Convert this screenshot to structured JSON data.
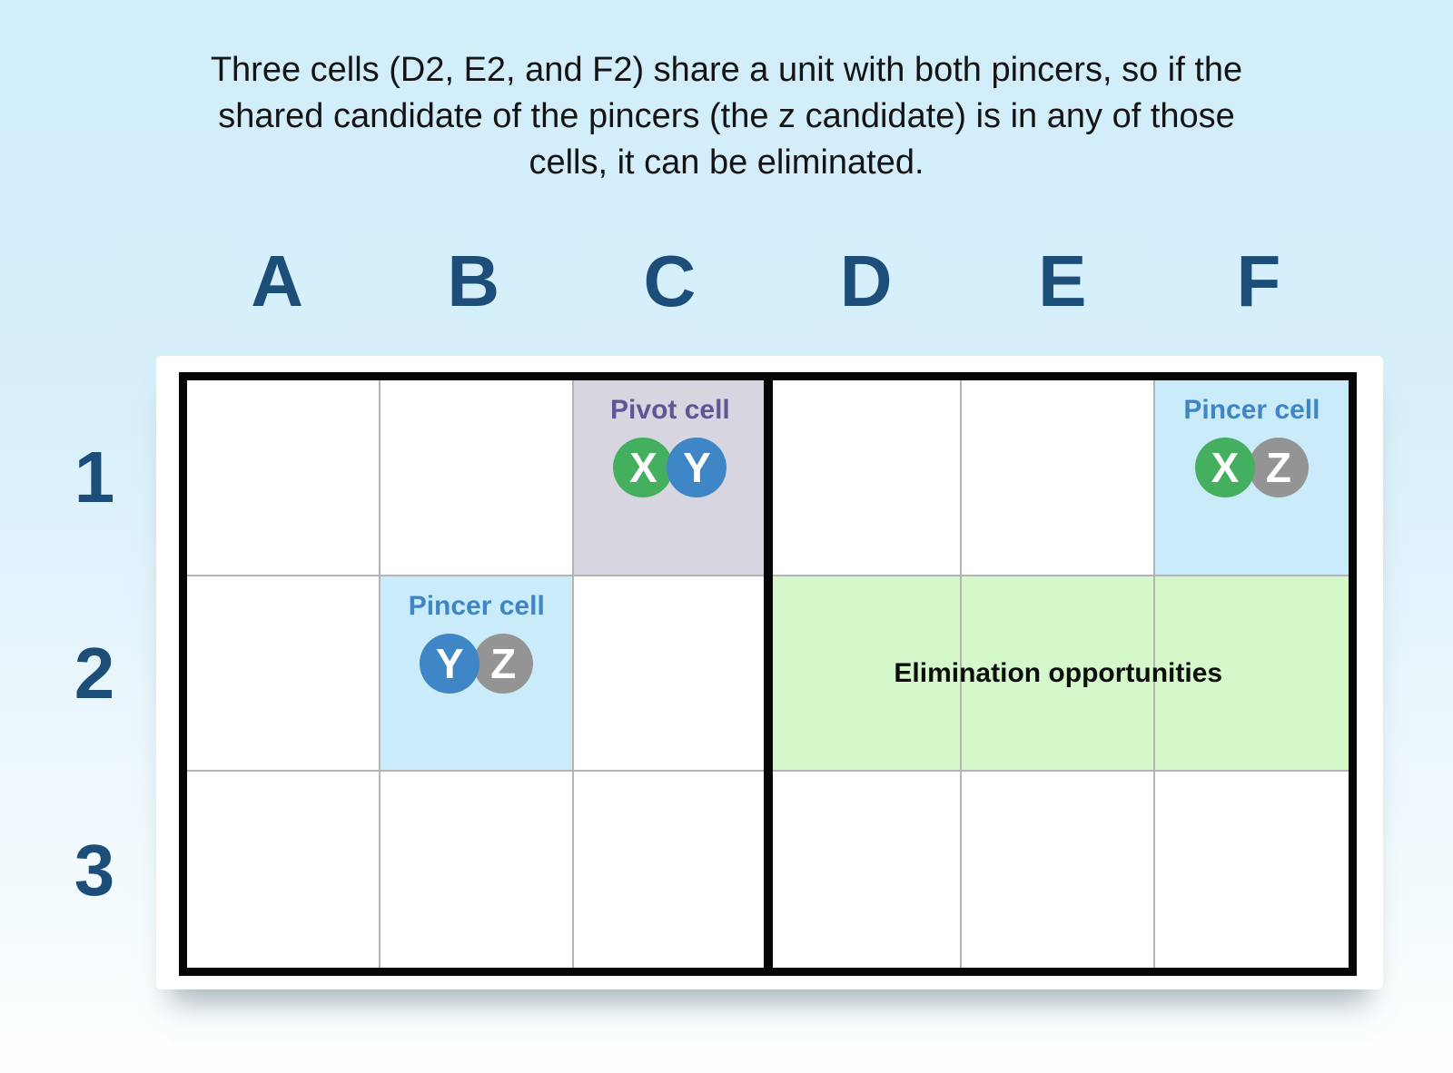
{
  "title": {
    "lines": [
      "Three cells (D2, E2, and F2) share a unit with both pincers, so if the",
      "shared candidate of the pincers (the z candidate) is in any of those",
      "cells, it can be eliminated."
    ]
  },
  "board": {
    "column_headers": [
      "A",
      "B",
      "C",
      "D",
      "E",
      "F"
    ],
    "row_headers": [
      "1",
      "2",
      "3"
    ],
    "pivot": {
      "cell": "C1",
      "label": "Pivot cell",
      "candidates": [
        {
          "letter": "X",
          "color": "#44b05f"
        },
        {
          "letter": "Y",
          "color": "#3e86c6"
        }
      ]
    },
    "pincer_f1": {
      "cell": "F1",
      "label": "Pincer cell",
      "candidates": [
        {
          "letter": "X",
          "color": "#44b05f"
        },
        {
          "letter": "Z",
          "color": "#949494"
        }
      ]
    },
    "pincer_b2": {
      "cell": "B2",
      "label": "Pincer cell",
      "candidates": [
        {
          "letter": "Y",
          "color": "#3e86c6"
        },
        {
          "letter": "Z",
          "color": "#949494"
        }
      ]
    },
    "elimination": {
      "cells": [
        "D2",
        "E2",
        "F2"
      ],
      "label": "Elimination opportunities"
    }
  },
  "colors": {
    "page_background_top": "#d2eefb",
    "page_background_bottom": "#fdffff",
    "header_text": "#1d4e79",
    "caption_text": "#141414",
    "grid_line": "#b4b4b4",
    "box_border": "#060606",
    "pivot_cell_bg": "#d7d5e0",
    "pivot_label_text": "#5f5795",
    "pincer_cell_bg": "#c9ebfa",
    "pincer_label_text": "#3e86c6",
    "elimination_cell_bg": "#d4f8ca",
    "candidate_green": "#44b05f",
    "candidate_blue": "#3e86c6",
    "candidate_gray": "#949494"
  }
}
